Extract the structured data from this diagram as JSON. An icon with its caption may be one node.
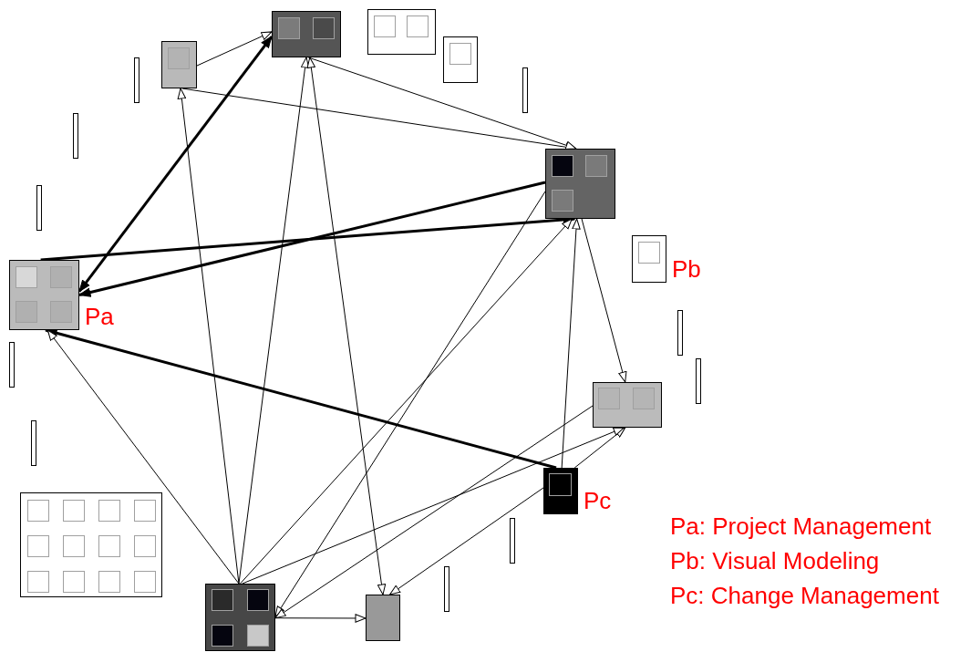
{
  "diagram": {
    "nodes": [
      {
        "text": [],
        "shape": "box"
      },
      {
        "text": [],
        "shape": "box"
      },
      {
        "text": [],
        "shape": "box"
      },
      {
        "text": [],
        "shape": "box"
      },
      {
        "text": [],
        "shape": "bar"
      },
      {
        "text": [],
        "shape": "bar"
      },
      {
        "text": [],
        "shape": "bar"
      },
      {
        "text": [],
        "shape": "box"
      },
      {
        "text": [],
        "shape": "bar"
      },
      {
        "text": [],
        "shape": "box",
        "beside": [
          "Pb"
        ]
      },
      {
        "text": [],
        "shape": "box",
        "beside": [
          "Pa"
        ]
      },
      {
        "text": [],
        "shape": "bar"
      },
      {
        "text": [],
        "shape": "bar"
      },
      {
        "text": [],
        "shape": "bar"
      },
      {
        "text": [],
        "shape": "box"
      },
      {
        "text": [],
        "shape": "bar"
      },
      {
        "text": [],
        "shape": "box",
        "beside": [
          "Pc"
        ]
      },
      {
        "text": [],
        "shape": "box"
      },
      {
        "text": [],
        "shape": "bar"
      },
      {
        "text": [],
        "shape": "bar"
      },
      {
        "text": [],
        "shape": "box"
      },
      {
        "text": [],
        "shape": "box"
      }
    ],
    "edges": [
      {
        "from": 3,
        "to": 1,
        "arrow": "to"
      },
      {
        "from": 1,
        "to": 10,
        "arrow": "both",
        "style": "thick"
      },
      {
        "from": 3,
        "to": 7,
        "arrow": "to"
      },
      {
        "from": 1,
        "to": 7,
        "arrow": "to"
      },
      {
        "from": 20,
        "to": 1,
        "arrow": "to"
      },
      {
        "from": 1,
        "to": 21,
        "arrow": "both"
      },
      {
        "from": 7,
        "to": 10,
        "arrow": "to",
        "style": "thick"
      },
      {
        "from": 10,
        "to": 7,
        "arrow": "to",
        "style": "thick"
      },
      {
        "from": 16,
        "to": 10,
        "arrow": "to",
        "style": "thick"
      },
      {
        "from": 20,
        "to": 10,
        "arrow": "to"
      },
      {
        "from": 20,
        "to": 3,
        "arrow": "to"
      },
      {
        "from": 7,
        "to": 20,
        "arrow": "to"
      },
      {
        "from": 20,
        "to": 7,
        "arrow": "to"
      },
      {
        "from": 7,
        "to": 14,
        "arrow": "to"
      },
      {
        "from": 16,
        "to": 7,
        "arrow": "to"
      },
      {
        "from": 16,
        "to": 14,
        "arrow": "to"
      },
      {
        "from": 20,
        "to": 14,
        "arrow": "to"
      },
      {
        "from": 14,
        "to": 20,
        "arrow": "to"
      },
      {
        "from": 16,
        "to": 21,
        "arrow": "to"
      },
      {
        "from": 20,
        "to": 21,
        "arrow": "to"
      }
    ],
    "labels": [
      "Pa: Project Management",
      "Pb: Visual Modeling",
      "Pc: Change Management"
    ]
  }
}
